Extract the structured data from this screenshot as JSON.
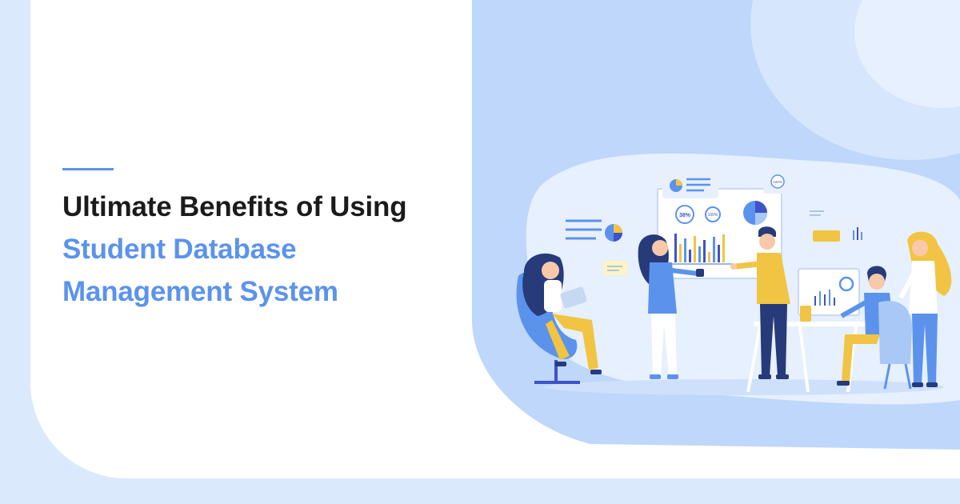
{
  "hero": {
    "title_line_1": "Ultimate Benefits of Using",
    "title_line_2": "Student Database",
    "title_line_3": "Management System"
  },
  "illustration": {
    "pie_chart_label": "38%",
    "progress_label_small": "100%",
    "progress_label_tag": "100%"
  },
  "colors": {
    "accent": "#5b93ec",
    "heading": "#1b1b1b",
    "background": "#dbe9fc",
    "card": "#ffffff"
  }
}
